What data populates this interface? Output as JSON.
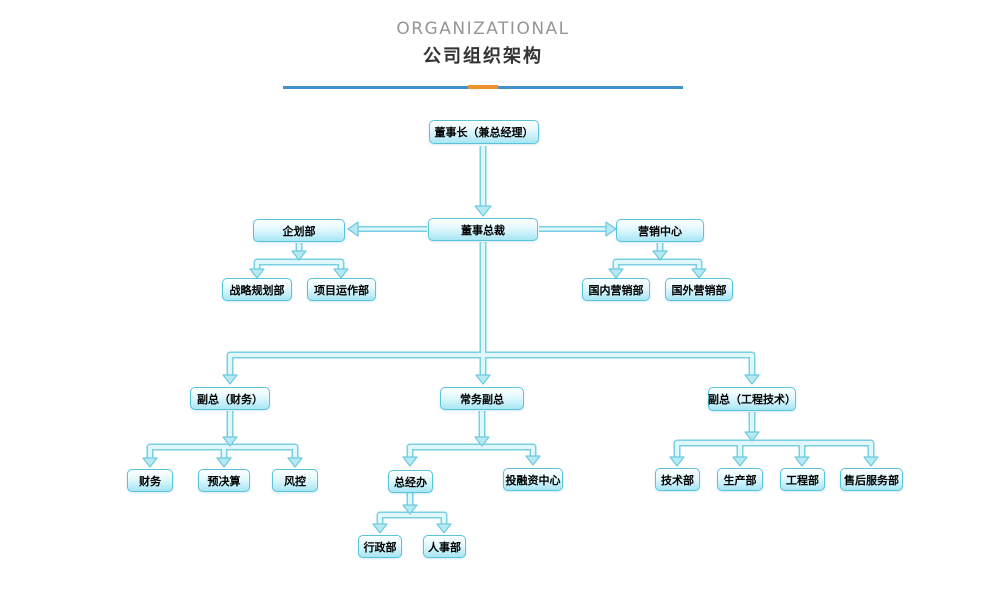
{
  "header": {
    "title_en": "ORGANIZATIONAL",
    "title_zh": "公司组织架构",
    "divider_color": "#4191cc",
    "divider_accent_color": "#f0922d"
  },
  "theme": {
    "box_border": "#58c3da",
    "box_fill_top": "#fbffff",
    "box_fill_bottom": "#a9e5f3",
    "connector_outline": "#79cfe3",
    "connector_fill": "#e0f7fc",
    "arrowhead_fill": "#b5eaf5",
    "text_color": "#000000",
    "background": "#ffffff"
  },
  "chart": {
    "type": "org-chart",
    "nodes": {
      "chairman": {
        "label": "董事长（兼总经理）"
      },
      "president": {
        "label": "董事总裁"
      },
      "planning": {
        "label": "企划部"
      },
      "strategic_planning": {
        "label": "战略规划部"
      },
      "project_operations": {
        "label": "项目运作部"
      },
      "marketing_center": {
        "label": "营销中心"
      },
      "domestic_marketing": {
        "label": "国内营销部"
      },
      "overseas_marketing": {
        "label": "国外营销部"
      },
      "vp_finance": {
        "label": "副总（财务）"
      },
      "finance": {
        "label": "财务"
      },
      "budget": {
        "label": "预决算"
      },
      "risk_control": {
        "label": "风控"
      },
      "executive_vp": {
        "label": "常务副总"
      },
      "gm_office": {
        "label": "总经办"
      },
      "administration": {
        "label": "行政部"
      },
      "hr": {
        "label": "人事部"
      },
      "investment_center": {
        "label": "投融资中心"
      },
      "vp_engineering": {
        "label": "副总（工程技术）"
      },
      "tech": {
        "label": "技术部"
      },
      "production": {
        "label": "生产部"
      },
      "engineering": {
        "label": "工程部"
      },
      "after_sales": {
        "label": "售后服务部"
      }
    },
    "edges": [
      [
        "chairman",
        "president"
      ],
      [
        "president",
        "planning"
      ],
      [
        "president",
        "marketing_center"
      ],
      [
        "planning",
        "strategic_planning"
      ],
      [
        "planning",
        "project_operations"
      ],
      [
        "marketing_center",
        "domestic_marketing"
      ],
      [
        "marketing_center",
        "overseas_marketing"
      ],
      [
        "president",
        "vp_finance"
      ],
      [
        "president",
        "executive_vp"
      ],
      [
        "president",
        "vp_engineering"
      ],
      [
        "vp_finance",
        "finance"
      ],
      [
        "vp_finance",
        "budget"
      ],
      [
        "vp_finance",
        "risk_control"
      ],
      [
        "executive_vp",
        "gm_office"
      ],
      [
        "executive_vp",
        "investment_center"
      ],
      [
        "gm_office",
        "administration"
      ],
      [
        "gm_office",
        "hr"
      ],
      [
        "vp_engineering",
        "tech"
      ],
      [
        "vp_engineering",
        "production"
      ],
      [
        "vp_engineering",
        "engineering"
      ],
      [
        "vp_engineering",
        "after_sales"
      ]
    ]
  }
}
